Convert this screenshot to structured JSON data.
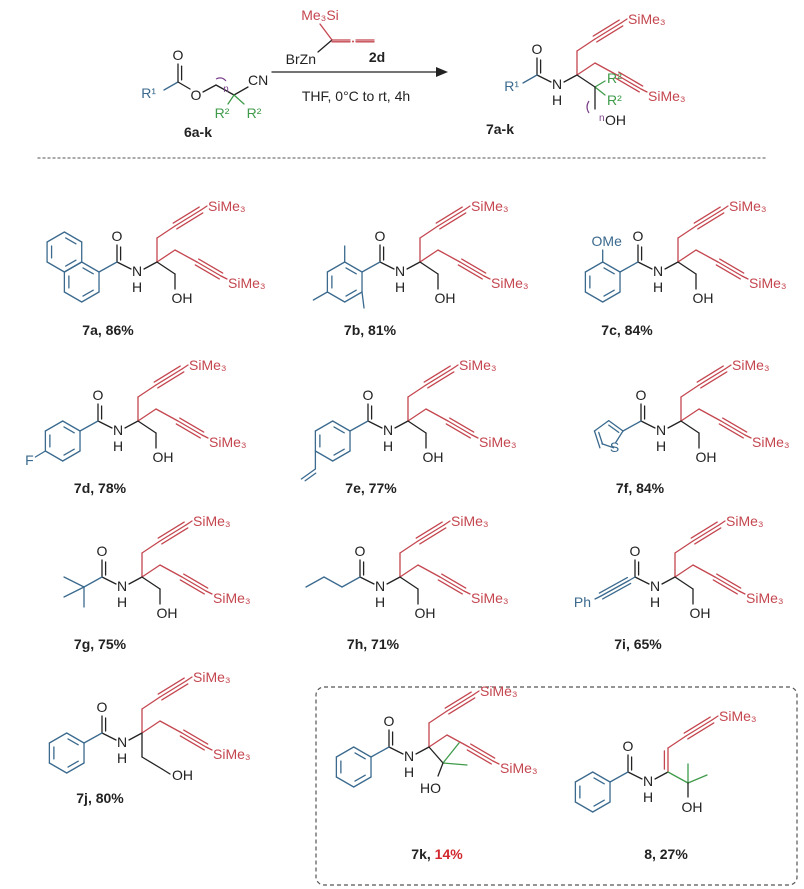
{
  "colors": {
    "bond": "#222222",
    "r1": "#3b6a8e",
    "tms": "#c4464f",
    "r2": "#3f9b4a",
    "n_bracket": "#7a3f8a",
    "divider": "#777777",
    "highlight_yield": "#d0282e"
  },
  "atoms": {
    "O": "O",
    "N": "N",
    "H": "H",
    "OH": "OH",
    "HO": "HO",
    "tms": "SiMe₃",
    "F": "F",
    "S": "S",
    "OMe": "OMe",
    "Ph": "Ph",
    "R1": "R¹",
    "R2": "R²",
    "CN": "CN",
    "n": "n"
  },
  "reaction": {
    "reactant_label": "6a-k",
    "reagent_silyl": "Me₃Si",
    "reagent_zinc": "BrZn",
    "reagent_label": "2d",
    "conditions": "THF, 0°C to rt, 4h",
    "product_label": "7a-k"
  },
  "separator": ", ",
  "compounds": [
    {
      "id": "7a",
      "yield": "86%"
    },
    {
      "id": "7b",
      "yield": "81%"
    },
    {
      "id": "7c",
      "yield": "84%"
    },
    {
      "id": "7d",
      "yield": "78%"
    },
    {
      "id": "7e",
      "yield": "77%"
    },
    {
      "id": "7f",
      "yield": "84%"
    },
    {
      "id": "7g",
      "yield": "75%"
    },
    {
      "id": "7h",
      "yield": "71%"
    },
    {
      "id": "7i",
      "yield": "65%"
    },
    {
      "id": "7j",
      "yield": "80%"
    },
    {
      "id": "7k",
      "yield": "14%"
    },
    {
      "id": "8",
      "yield": "27%"
    }
  ]
}
